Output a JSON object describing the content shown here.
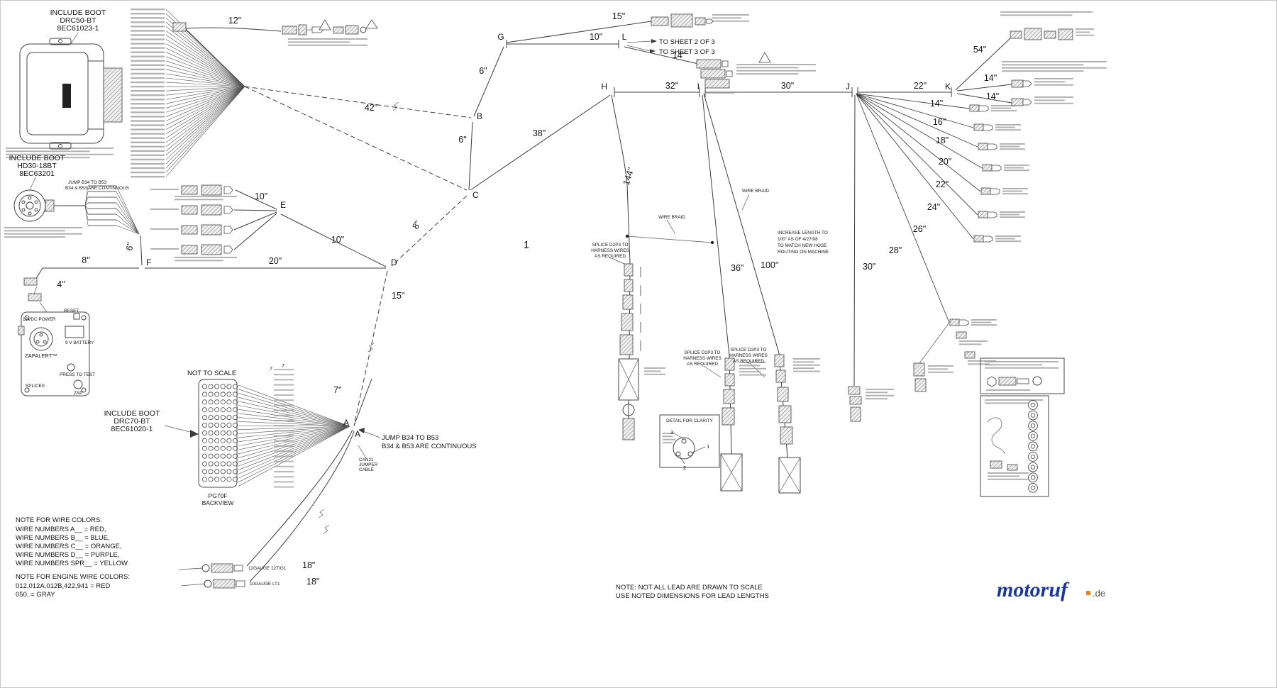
{
  "colors": {
    "line": "#3c3c3c",
    "text": "#141414",
    "micro": "#9a9a9a",
    "logo_blue": "#1d3a96",
    "logo_orange": "#e8821e",
    "logo_gray": "#555555"
  },
  "boots": {
    "boot1": {
      "l1": "INCLUDE BOOT",
      "l2": "DRC50-BT",
      "l3": "8EC61023-1"
    },
    "boot2": {
      "l1": "INCLUDE BOOT",
      "l2": "HD30-18BT",
      "l3": "8EC63201"
    },
    "boot3": {
      "l1": "INCLUDE BOOT",
      "l2": "DRC70-BT",
      "l3": "8EC61020-1"
    }
  },
  "nodes": {
    "a": "A",
    "b": "B",
    "c": "C",
    "d": "D",
    "e": "E",
    "f": "F",
    "g": "G",
    "h": "H",
    "i": "I",
    "j": "J",
    "k": "K",
    "l": "L"
  },
  "lengths": {
    "l12": "12\"",
    "l42": "42\"",
    "g_b": "6\"",
    "b_c": "6\"",
    "g15": "15\"",
    "g_l": "10\"",
    "l14": "14\"",
    "c_h": "38\"",
    "h_i": "32\"",
    "i_j": "30\"",
    "j_k": "22\"",
    "k54": "54\"",
    "k14a": "14\"",
    "k14b": "14\"",
    "h144": "144\"",
    "i36": "36\"",
    "i100": "100\"",
    "j30": "30\"",
    "e10a": "10\"",
    "e_d": "10\"",
    "f6": "6\"",
    "f8": "8\"",
    "f4": "4\"",
    "f_d": "20\"",
    "d_a": "15\"",
    "c8": "8\"",
    "a7": "7\"",
    "a18a": "18\"",
    "a18b": "18\""
  },
  "j_fan": [
    "14\"",
    "16\"",
    "18\"",
    "20\"",
    "22\"",
    "24\"",
    "26\"",
    "28\""
  ],
  "sheets": {
    "s2": "TO SHEET 2 OF 3",
    "s3": "TO SHEET 3 OF 3"
  },
  "jump": {
    "l1": "JUMP B34 TO B53",
    "l2": "B34 & B53 ARE CONTINUOUS"
  },
  "notes": {
    "wire_title": "NOTE FOR WIRE COLORS:",
    "wire_colors": [
      "WIRE NUMBERS A__  = RED,",
      "WIRE NUMBERS B__  = BLUE,",
      "WIRE NUMBERS C__  = ORANGE,",
      "WIRE NUMBERS D__  = PURPLE,",
      "WIRE NUMBERS SPR__  = YELLOW"
    ],
    "engine_title": "NOTE FOR ENGINE WIRE COLORS:",
    "engine_colors": [
      "012,012A,012B,422,941  = RED",
      "050,  = GRAY"
    ],
    "lead1": "NOTE: NOT ALL LEAD ARE DRAWN TO SCALE",
    "lead2": "USE NOTED DIMENSIONS FOR LEAD LENGTHS"
  },
  "misc": {
    "not_to_scale": "NOT TO SCALE",
    "pg70f": "PG70F",
    "backview": "BACKVIEW",
    "sheet_num": "1",
    "increase": [
      "INCREASE LENGTH TO",
      "100\" AS OF 4/27/08",
      "TO MATCH NEW HOSE",
      "ROUTING ON MACHINE"
    ],
    "splice": [
      "SPLICE D2P3 TO",
      "HARNESS WIRES",
      "AS REQUIRED"
    ],
    "wire_braid": "WIRE BRAID",
    "can21": [
      "CAN21",
      "JUMPER",
      "CABLE"
    ],
    "gauge1": "12GAUGE  12T/G1",
    "gauge2": "10GAUGE  LT1",
    "bundle7": "7",
    "detail_title": "DETAIL FOR CLARITY",
    "d1": "1",
    "d2": "2",
    "d3": "3"
  },
  "zapalert": {
    "power": "12VDC POWER",
    "reset": "RESET",
    "battery": "9 V BATTERY",
    "brand": "ZAPALERT™",
    "press": "PRESS TO TEST",
    "splices": "SPLICES",
    "zap": "ZAP"
  },
  "logo": {
    "brand": "motoruf",
    "tld": ".de"
  }
}
